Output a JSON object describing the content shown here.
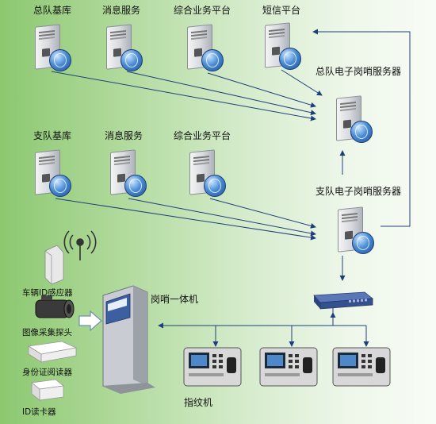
{
  "top_row": {
    "base_db": "总队基库",
    "msg_service": "消息服务",
    "biz_platform": "综合业务平台",
    "sms_platform": "短信平台"
  },
  "mid_row": {
    "base_db": "支队基库",
    "msg_service": "消息服务",
    "biz_platform": "综合业务平台"
  },
  "servers": {
    "hq_server": "总队电子岗哨服务器",
    "branch_server": "支队电子岗哨服务器"
  },
  "devices": {
    "vehicle_id": "车辆ID感应器",
    "camera": "图像采集探头",
    "id_reader": "身份证阅读器",
    "card_reader": "ID读卡器",
    "kiosk": "岗哨一体机",
    "fingerprint": "指纹机"
  },
  "colors": {
    "link": "#1f3f7a",
    "bg_left": "#8cc870",
    "bg_right": "#f8fcf6"
  }
}
